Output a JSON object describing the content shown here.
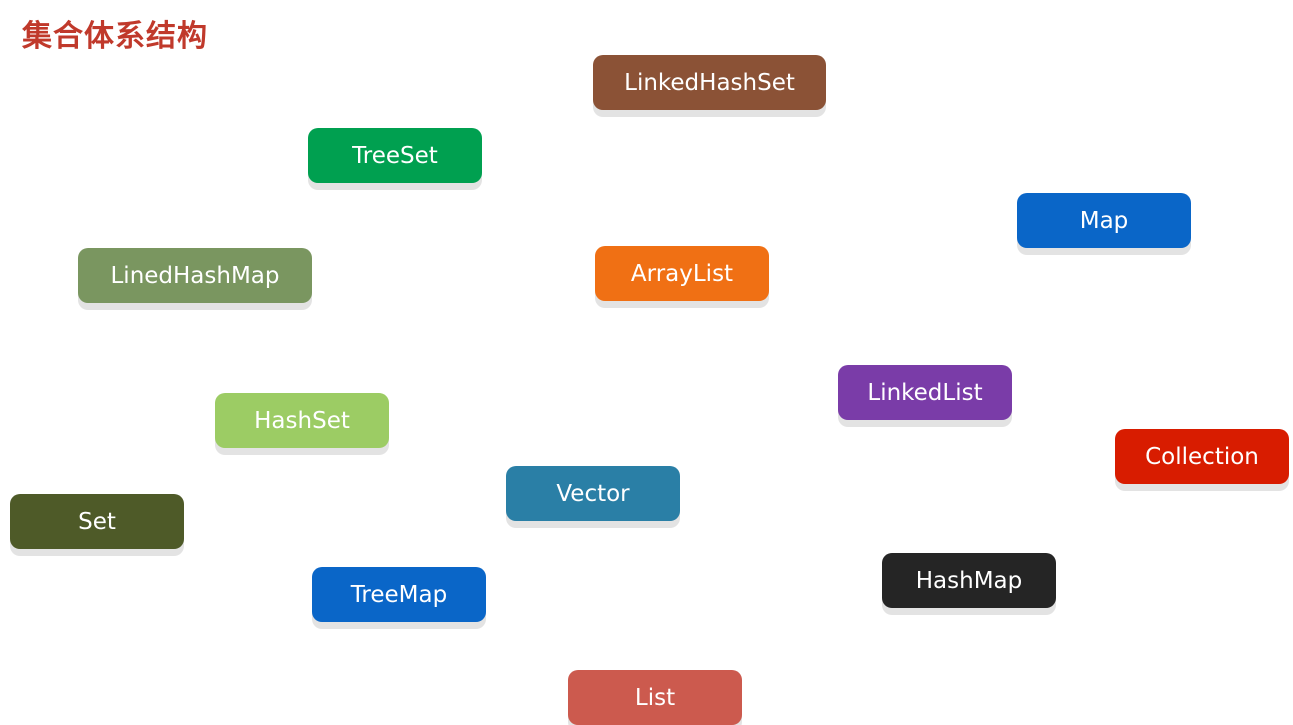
{
  "title": "集合体系结构",
  "boxes": {
    "linkedhashset": {
      "label": "LinkedHashSet",
      "color": "#8b5236"
    },
    "treeset": {
      "label": "TreeSet",
      "color": "#00a050"
    },
    "map": {
      "label": "Map",
      "color": "#0a66c8"
    },
    "linedhashmap": {
      "label": "LinedHashMap",
      "color": "#7a9660"
    },
    "arraylist": {
      "label": "ArrayList",
      "color": "#f07014"
    },
    "linkedlist": {
      "label": "LinkedList",
      "color": "#7a3ca8"
    },
    "hashset": {
      "label": "HashSet",
      "color": "#9ccc64"
    },
    "collection": {
      "label": "Collection",
      "color": "#d81c00"
    },
    "vector": {
      "label": "Vector",
      "color": "#2a7fa6"
    },
    "set": {
      "label": "Set",
      "color": "#4e5a28"
    },
    "hashmap": {
      "label": "HashMap",
      "color": "#252525"
    },
    "treemap": {
      "label": "TreeMap",
      "color": "#0a66c8"
    },
    "list": {
      "label": "List",
      "color": "#cc5a4e"
    }
  }
}
